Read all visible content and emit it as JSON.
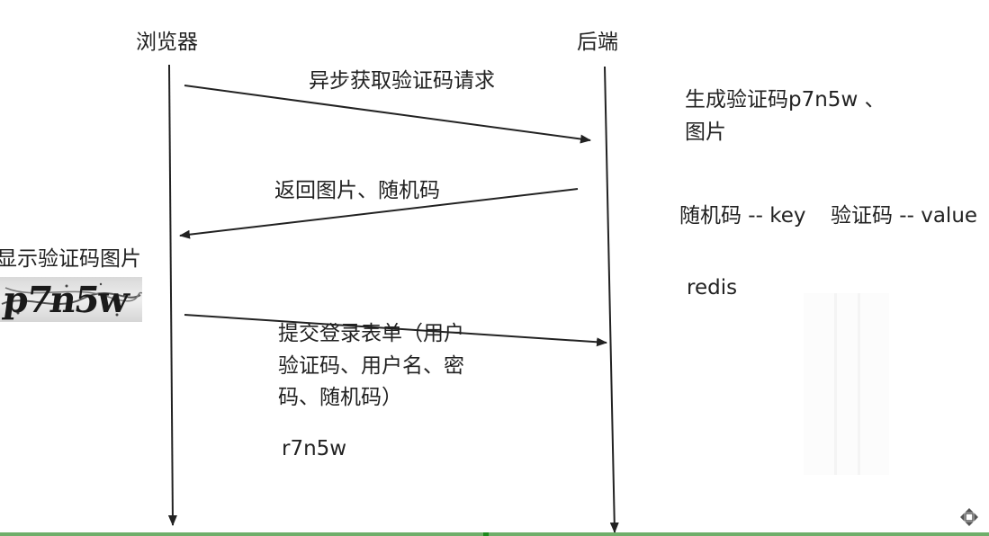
{
  "lifelines": {
    "browser_label": "浏览器",
    "backend_label": "后端"
  },
  "messages": {
    "async_request": "异步获取验证码请求",
    "return_image": "返回图片、随机码",
    "submit_form_line1": "提交登录表单（用户",
    "submit_form_line2": "验证码、用户名、密",
    "submit_form_line3": "码、随机码）",
    "user_input_code": "r7n5w"
  },
  "backend_notes": {
    "generate_line1": "生成验证码p7n5w 、",
    "generate_line2": "图片",
    "key_value_key": "随机码 -- key",
    "key_value_value": "验证码 -- value",
    "store": "redis"
  },
  "browser_notes": {
    "show_image": "显示验证码图片",
    "captcha_text": "p7n5w"
  },
  "icons": {
    "move_handle": "move-icon"
  },
  "colors": {
    "line": "#222222",
    "bottom_bar": "#6fae6a",
    "bottom_marker": "#1d8a1d"
  }
}
